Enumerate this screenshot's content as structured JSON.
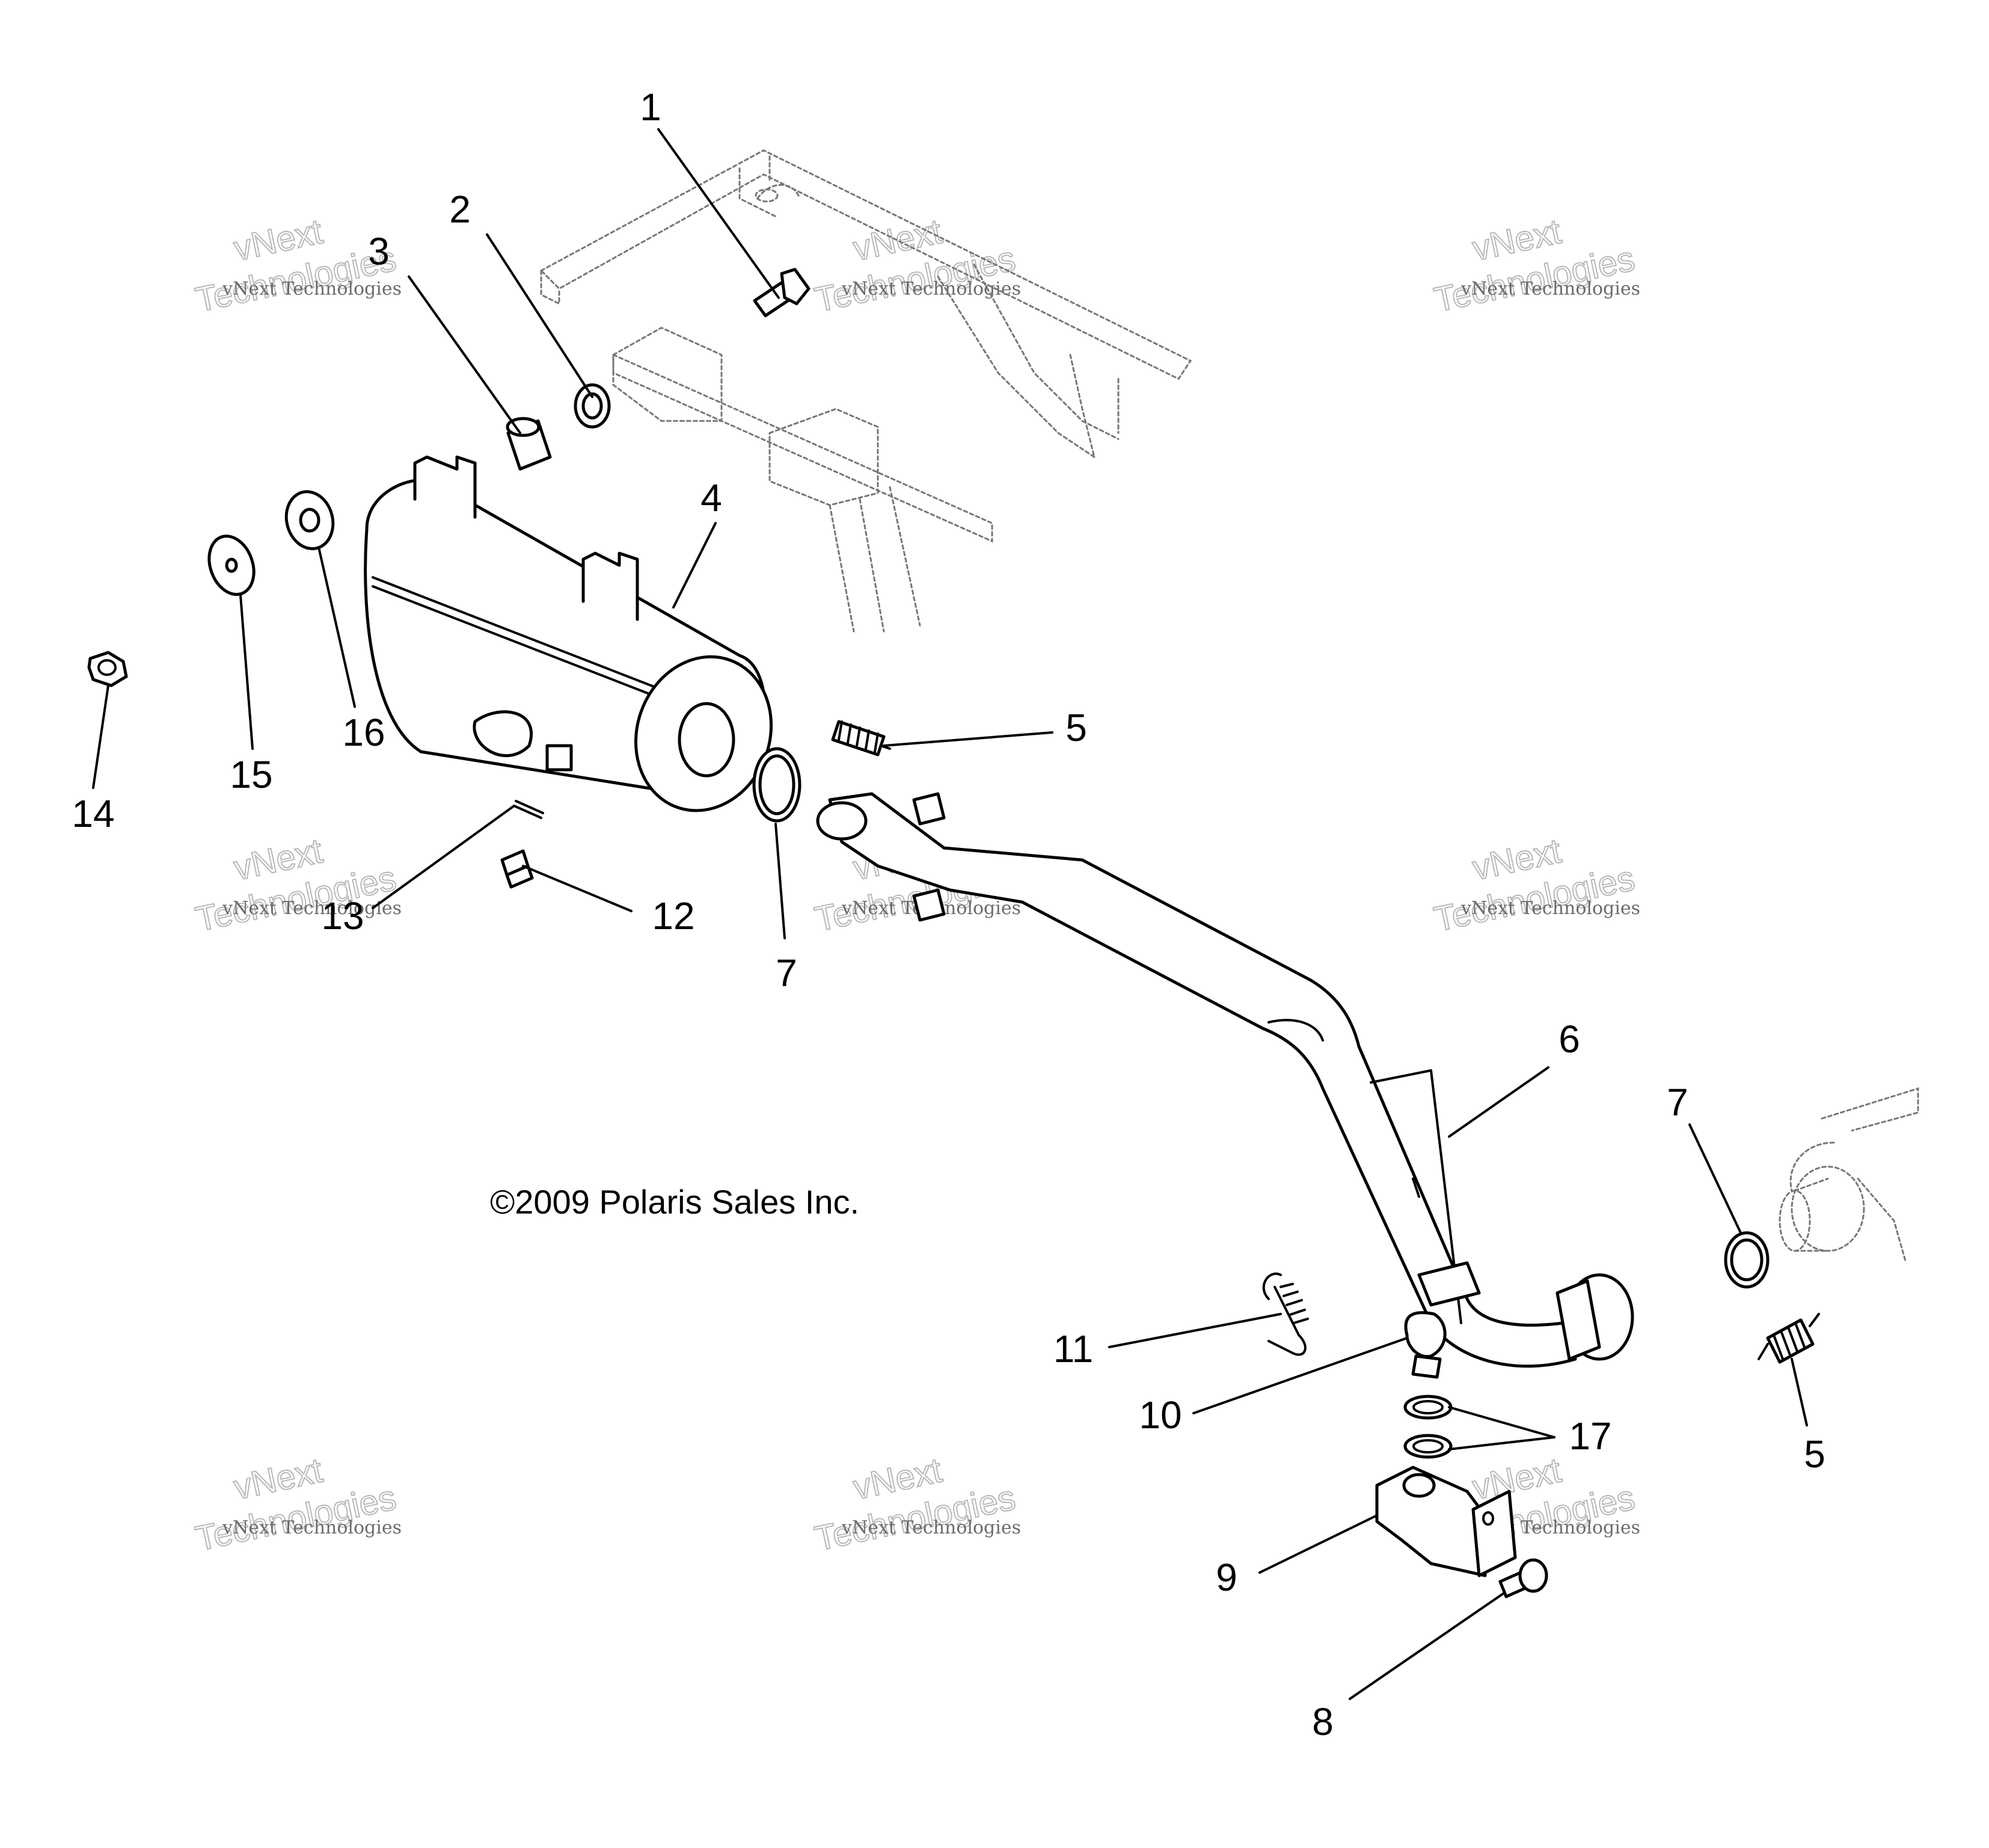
{
  "diagram": {
    "copyright": "©2009 Polaris Sales Inc.",
    "callouts": [
      {
        "id": "c1",
        "label": "1"
      },
      {
        "id": "c2",
        "label": "2"
      },
      {
        "id": "c3",
        "label": "3"
      },
      {
        "id": "c4",
        "label": "4"
      },
      {
        "id": "c5a",
        "label": "5"
      },
      {
        "id": "c5b",
        "label": "5"
      },
      {
        "id": "c6",
        "label": "6"
      },
      {
        "id": "c7a",
        "label": "7"
      },
      {
        "id": "c7b",
        "label": "7"
      },
      {
        "id": "c8",
        "label": "8"
      },
      {
        "id": "c9",
        "label": "9"
      },
      {
        "id": "c10",
        "label": "10"
      },
      {
        "id": "c11",
        "label": "11"
      },
      {
        "id": "c12",
        "label": "12"
      },
      {
        "id": "c13",
        "label": "13"
      },
      {
        "id": "c14",
        "label": "14"
      },
      {
        "id": "c15",
        "label": "15"
      },
      {
        "id": "c16",
        "label": "16"
      },
      {
        "id": "c17",
        "label": "17"
      }
    ],
    "watermark": {
      "line_small": "vNext Technologies",
      "line_big_1": "vNext",
      "line_big_2": "Technologies"
    }
  }
}
